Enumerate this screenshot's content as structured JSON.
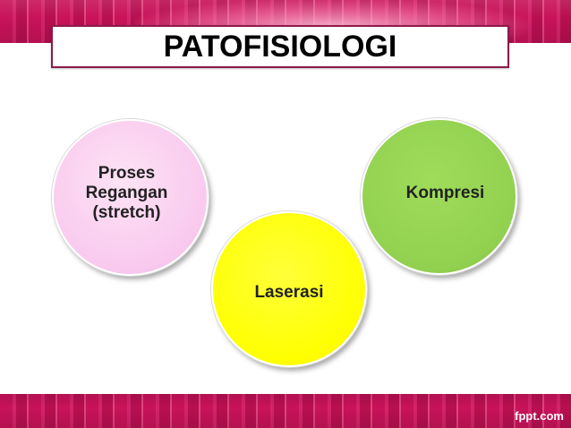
{
  "slide": {
    "title": "PATOFISIOLOGI",
    "watermark": "fppt.com"
  },
  "nodes": [
    {
      "id": "proses",
      "label": "Proses\nRegangan\n(stretch)",
      "color": "#f9c9ee"
    },
    {
      "id": "laserasi",
      "label": "Laserasi",
      "color": "#ffff00"
    },
    {
      "id": "kompresi",
      "label": "Kompresi",
      "color": "#92d050"
    }
  ],
  "colors": {
    "band": "#c8135a",
    "title_border": "#8e1a4a"
  }
}
